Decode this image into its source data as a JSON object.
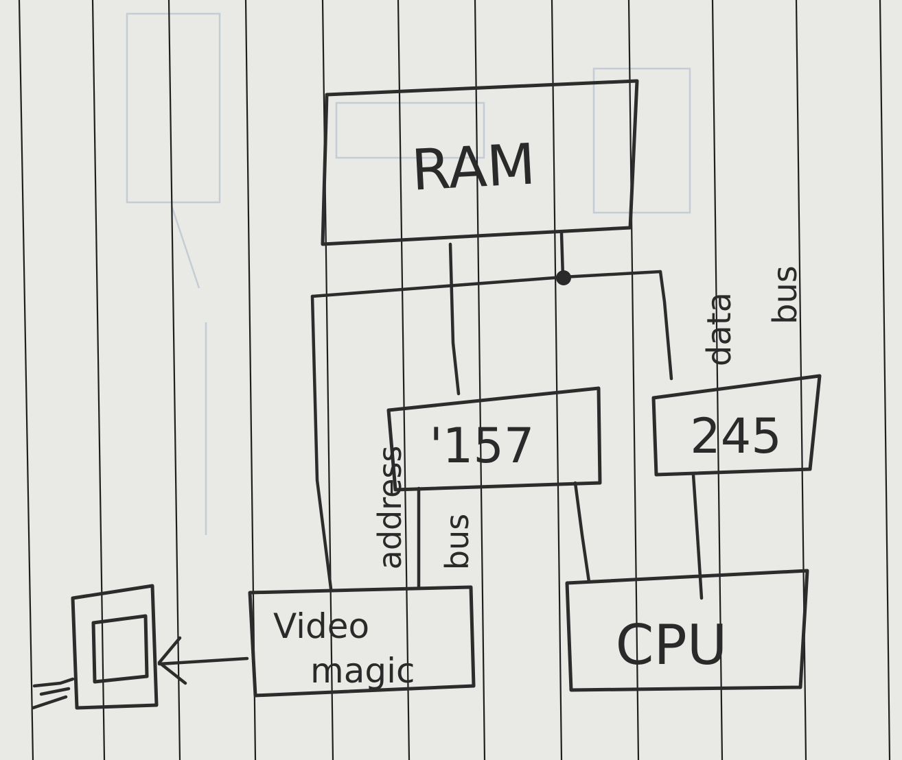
{
  "diagram": {
    "nodes": {
      "ram": {
        "label": "RAM"
      },
      "address_latch": {
        "label": "'157"
      },
      "data_buffer": {
        "label": "245"
      },
      "cpu": {
        "label": "CPU"
      },
      "video": {
        "label_line1": "Video",
        "label_line2": "magic"
      }
    },
    "labels": {
      "address_bus_line1": "address",
      "address_bus_line2": "bus",
      "data_bus_line1": "data",
      "data_bus_line2": "bus"
    },
    "icons": {
      "monitor": "monitor-icon"
    },
    "colors": {
      "paper": "#e9e9e6",
      "ink": "#2c2c2c",
      "ruled_line": "#1f1f1f",
      "bleed_through": "#c4ccd6"
    }
  }
}
